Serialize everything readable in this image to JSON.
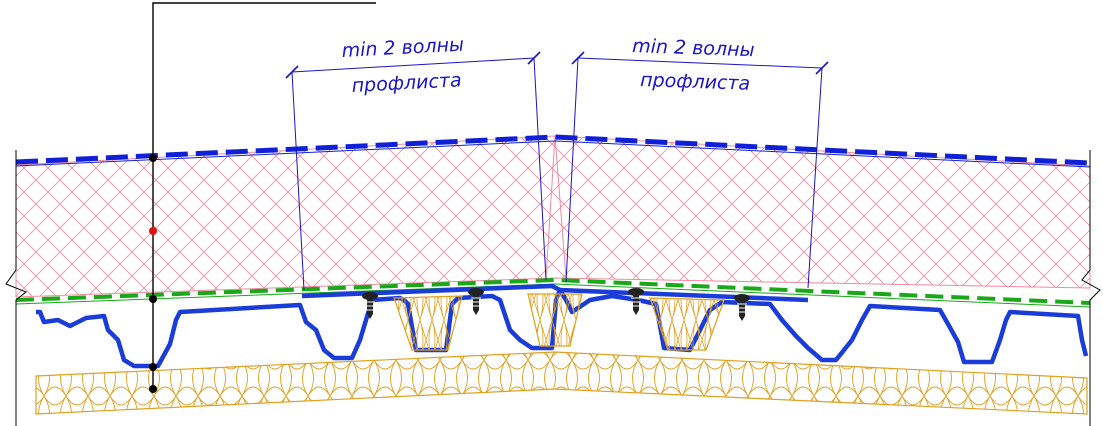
{
  "diagram": {
    "dimension_left": {
      "line1": "min 2 волны",
      "line2": "профлиста"
    },
    "dimension_right": {
      "line1": "min 2 волны",
      "line2": "профлиста"
    },
    "colors": {
      "membrane": "#1020d8",
      "insulation_hatch": "#f08aa0",
      "vapor_barrier": "#1aa81a",
      "profile_sheet": "#1a3cd8",
      "filler": "#e0a020",
      "dimension": "#1a14c8",
      "leader": "#000000",
      "marker_red": "#e01010"
    }
  }
}
